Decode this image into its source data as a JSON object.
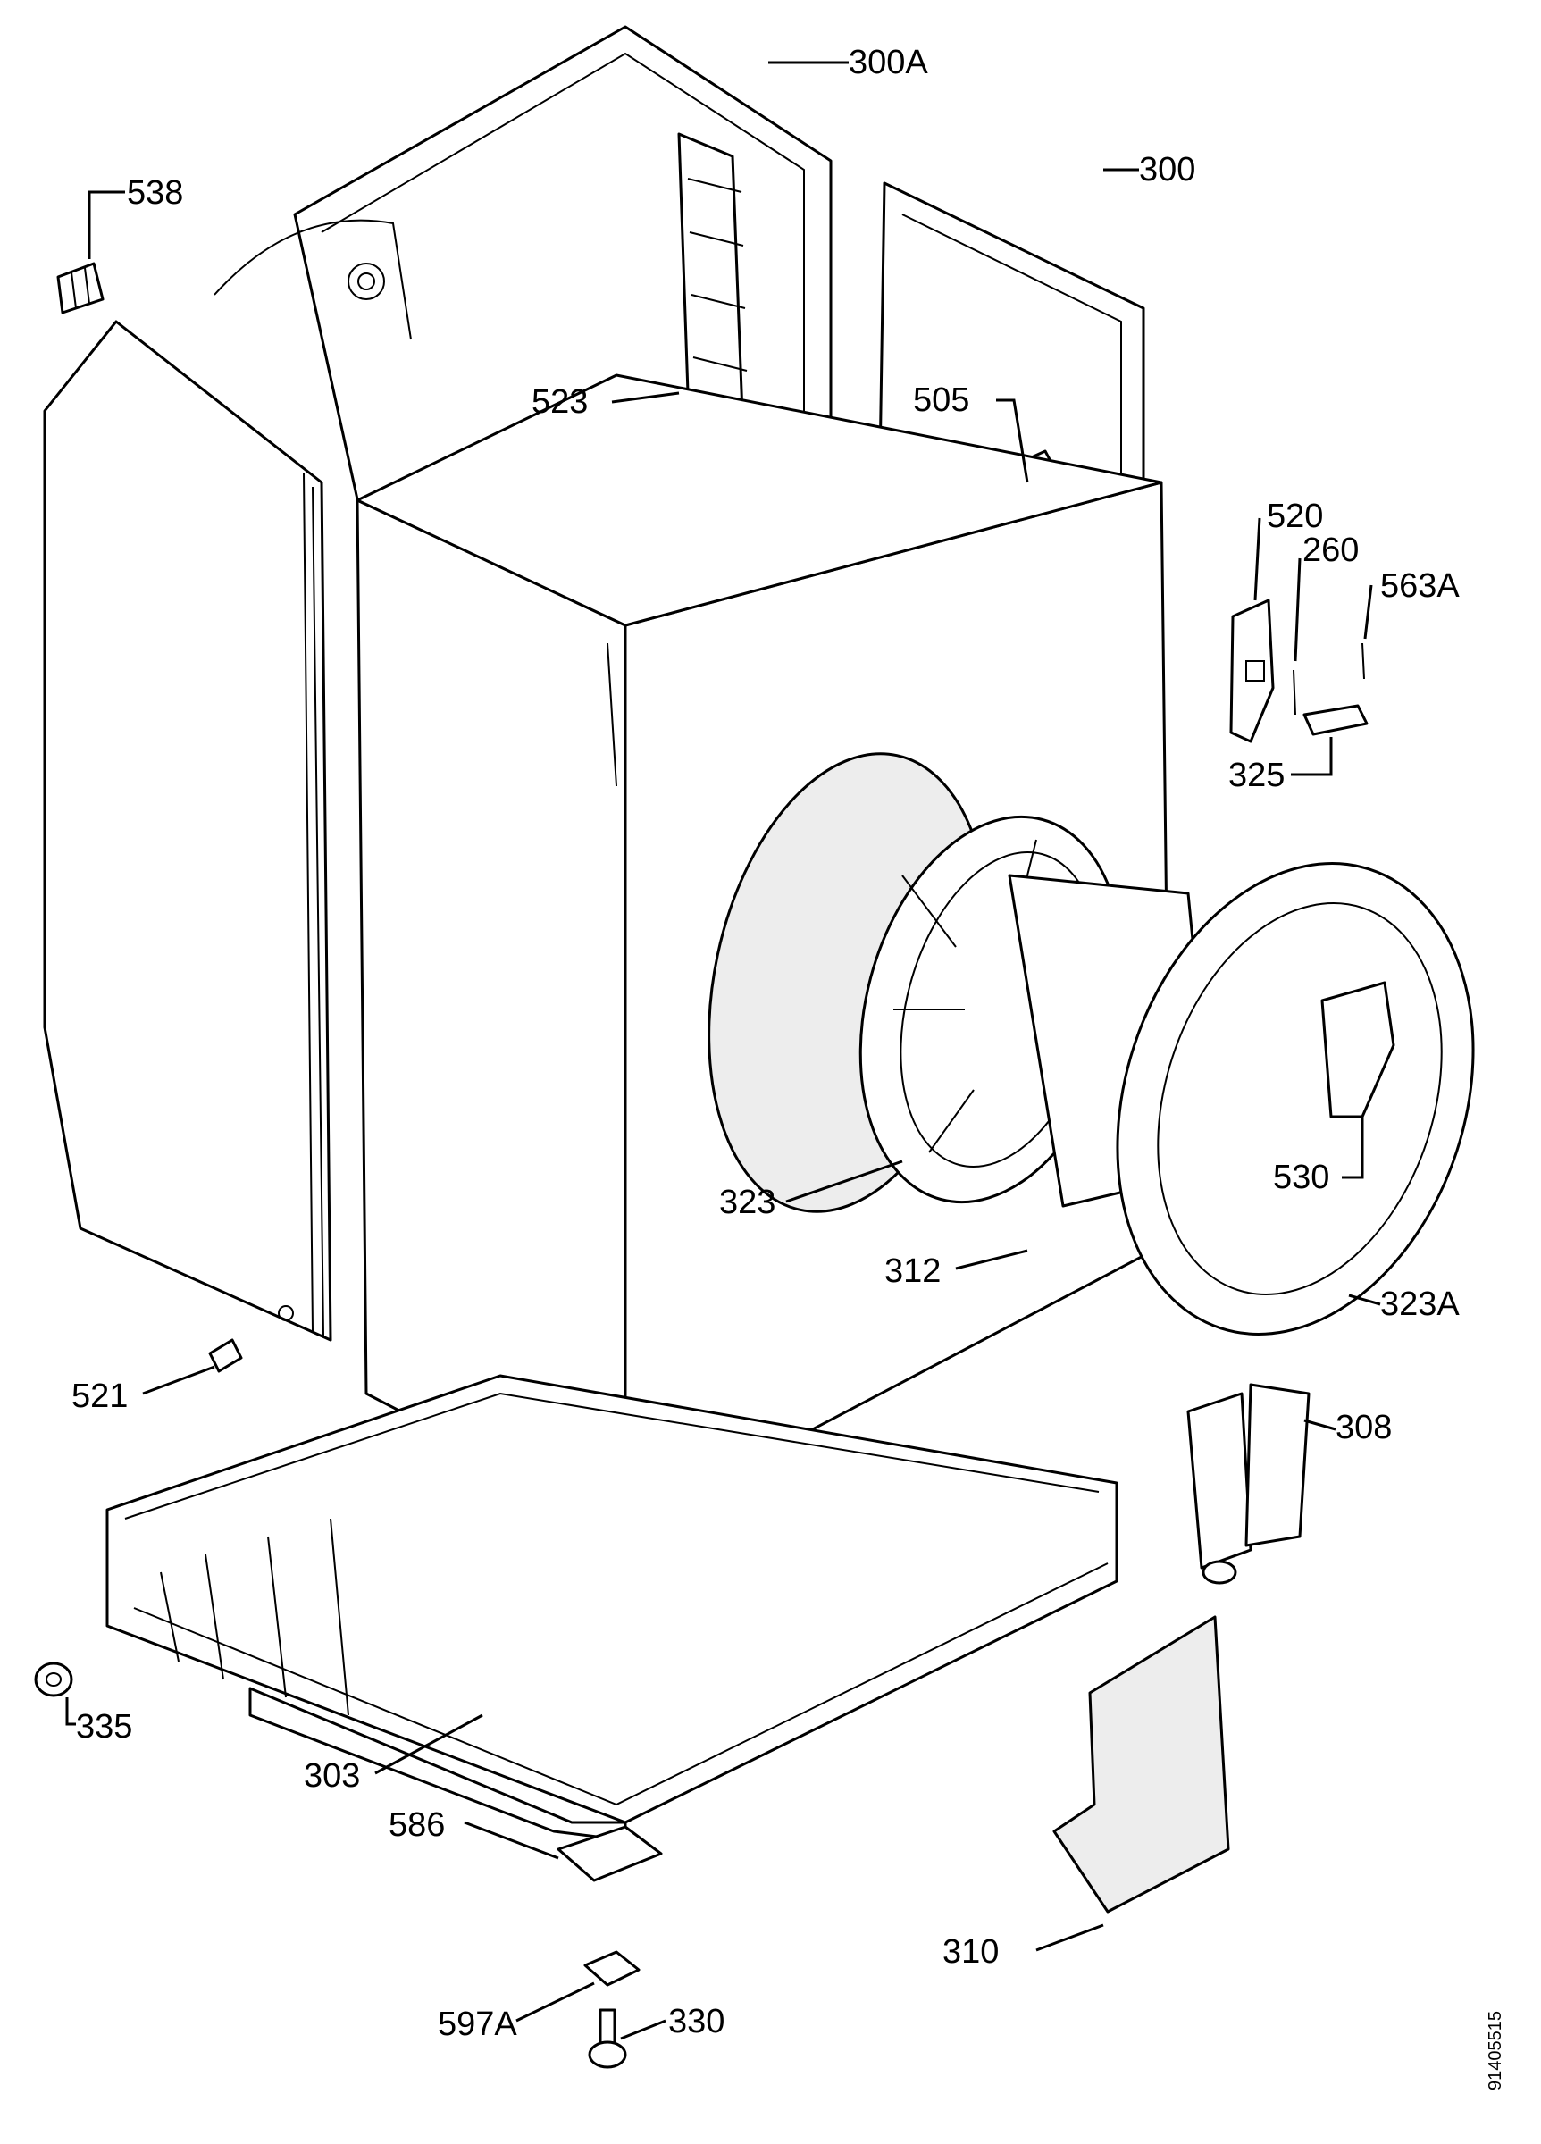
{
  "callouts": [
    {
      "id": "300a",
      "label": "300A"
    },
    {
      "id": "300",
      "label": "300"
    },
    {
      "id": "538",
      "label": "538"
    },
    {
      "id": "523",
      "label": "523"
    },
    {
      "id": "505",
      "label": "505"
    },
    {
      "id": "520",
      "label": "520"
    },
    {
      "id": "260",
      "label": "260"
    },
    {
      "id": "563a",
      "label": "563A"
    },
    {
      "id": "325",
      "label": "325"
    },
    {
      "id": "530",
      "label": "530"
    },
    {
      "id": "323",
      "label": "323"
    },
    {
      "id": "312",
      "label": "312"
    },
    {
      "id": "323a",
      "label": "323A"
    },
    {
      "id": "521",
      "label": "521"
    },
    {
      "id": "308",
      "label": "308"
    },
    {
      "id": "335",
      "label": "335"
    },
    {
      "id": "303",
      "label": "303"
    },
    {
      "id": "586",
      "label": "586"
    },
    {
      "id": "310",
      "label": "310"
    },
    {
      "id": "597a",
      "label": "597A"
    },
    {
      "id": "330",
      "label": "330"
    }
  ],
  "document_number": "91405515"
}
